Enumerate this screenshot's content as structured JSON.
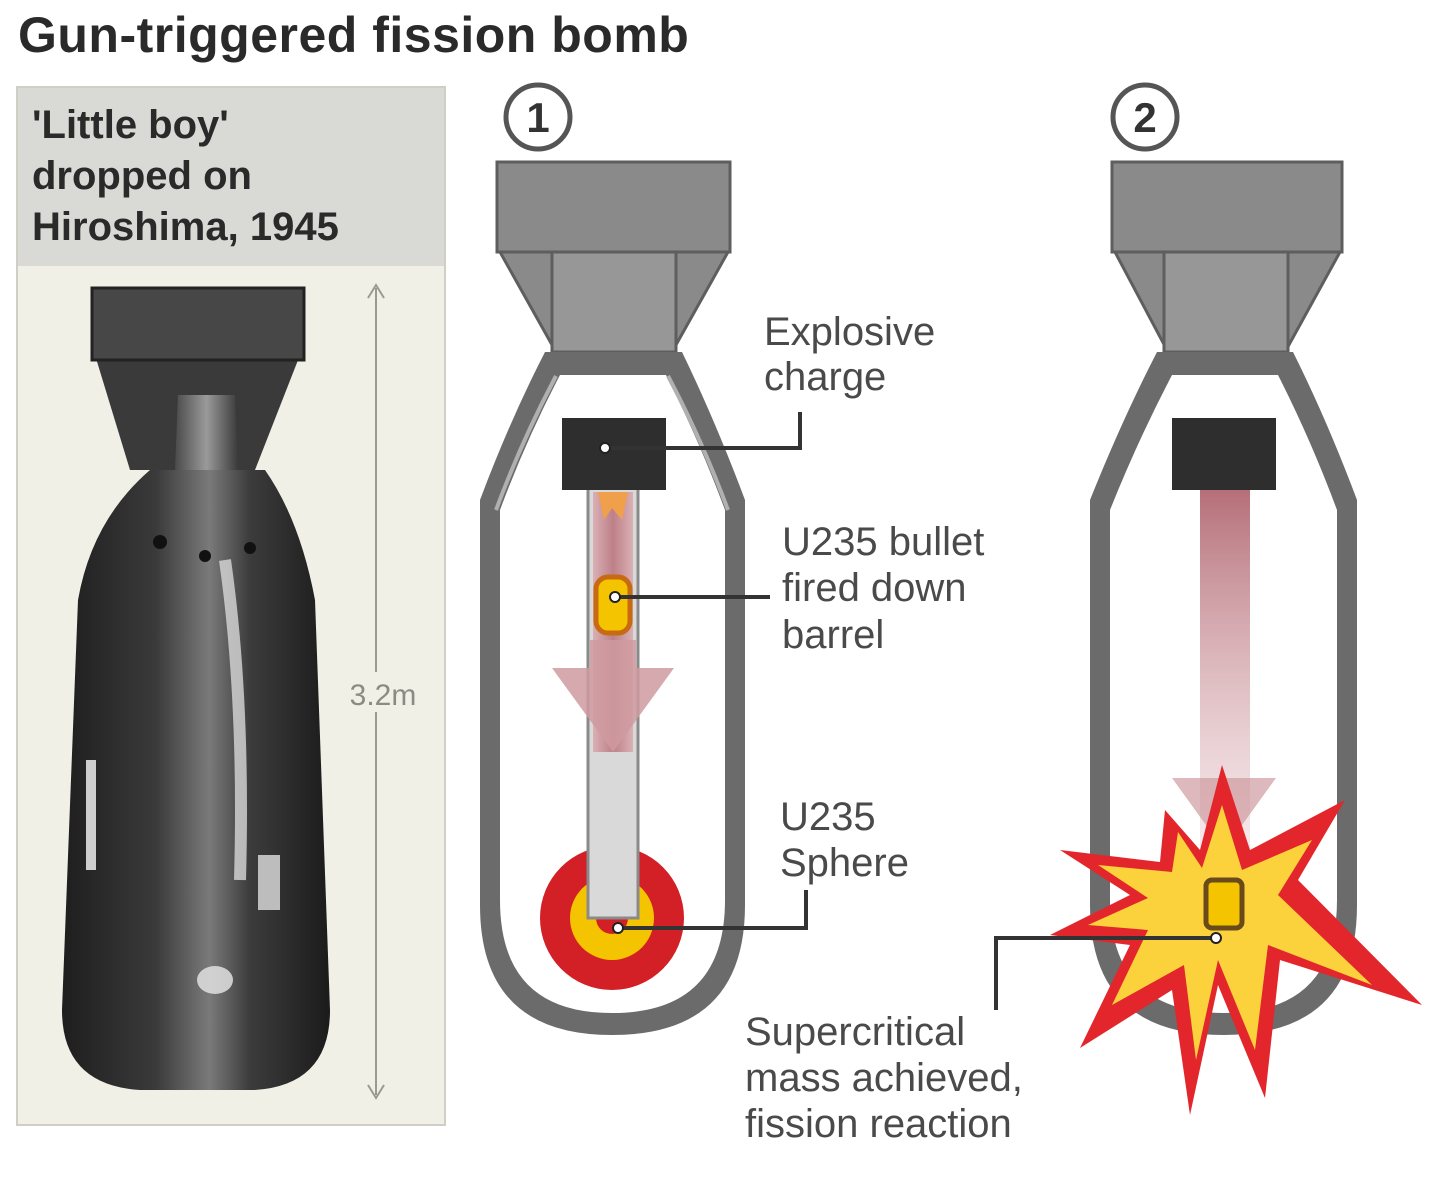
{
  "title": "Gun-triggered fission bomb",
  "photo": {
    "caption_lines": [
      "'Little boy'",
      "dropped on",
      "Hiroshima, 1945"
    ],
    "length_label": "3.2m"
  },
  "steps": [
    {
      "number": "1"
    },
    {
      "number": "2"
    }
  ],
  "labels": {
    "explosive_charge": [
      "Explosive",
      "charge"
    ],
    "u235_bullet": [
      "U235 bullet",
      "fired down",
      "barrel"
    ],
    "u235_sphere": [
      "U235",
      "Sphere"
    ],
    "supercritical": [
      "Supercritical",
      "mass achieved,",
      "fission reaction"
    ]
  },
  "colors": {
    "casing": "#6b6b6b",
    "tail": "#8a8a8a",
    "charge": "#2e2e2e",
    "sphere_outer": "#d31f26",
    "sphere_inner": "#f5c400",
    "arrow": "#c9868e",
    "explosion_outer": "#e3262b",
    "explosion_inner": "#fbd23c"
  }
}
